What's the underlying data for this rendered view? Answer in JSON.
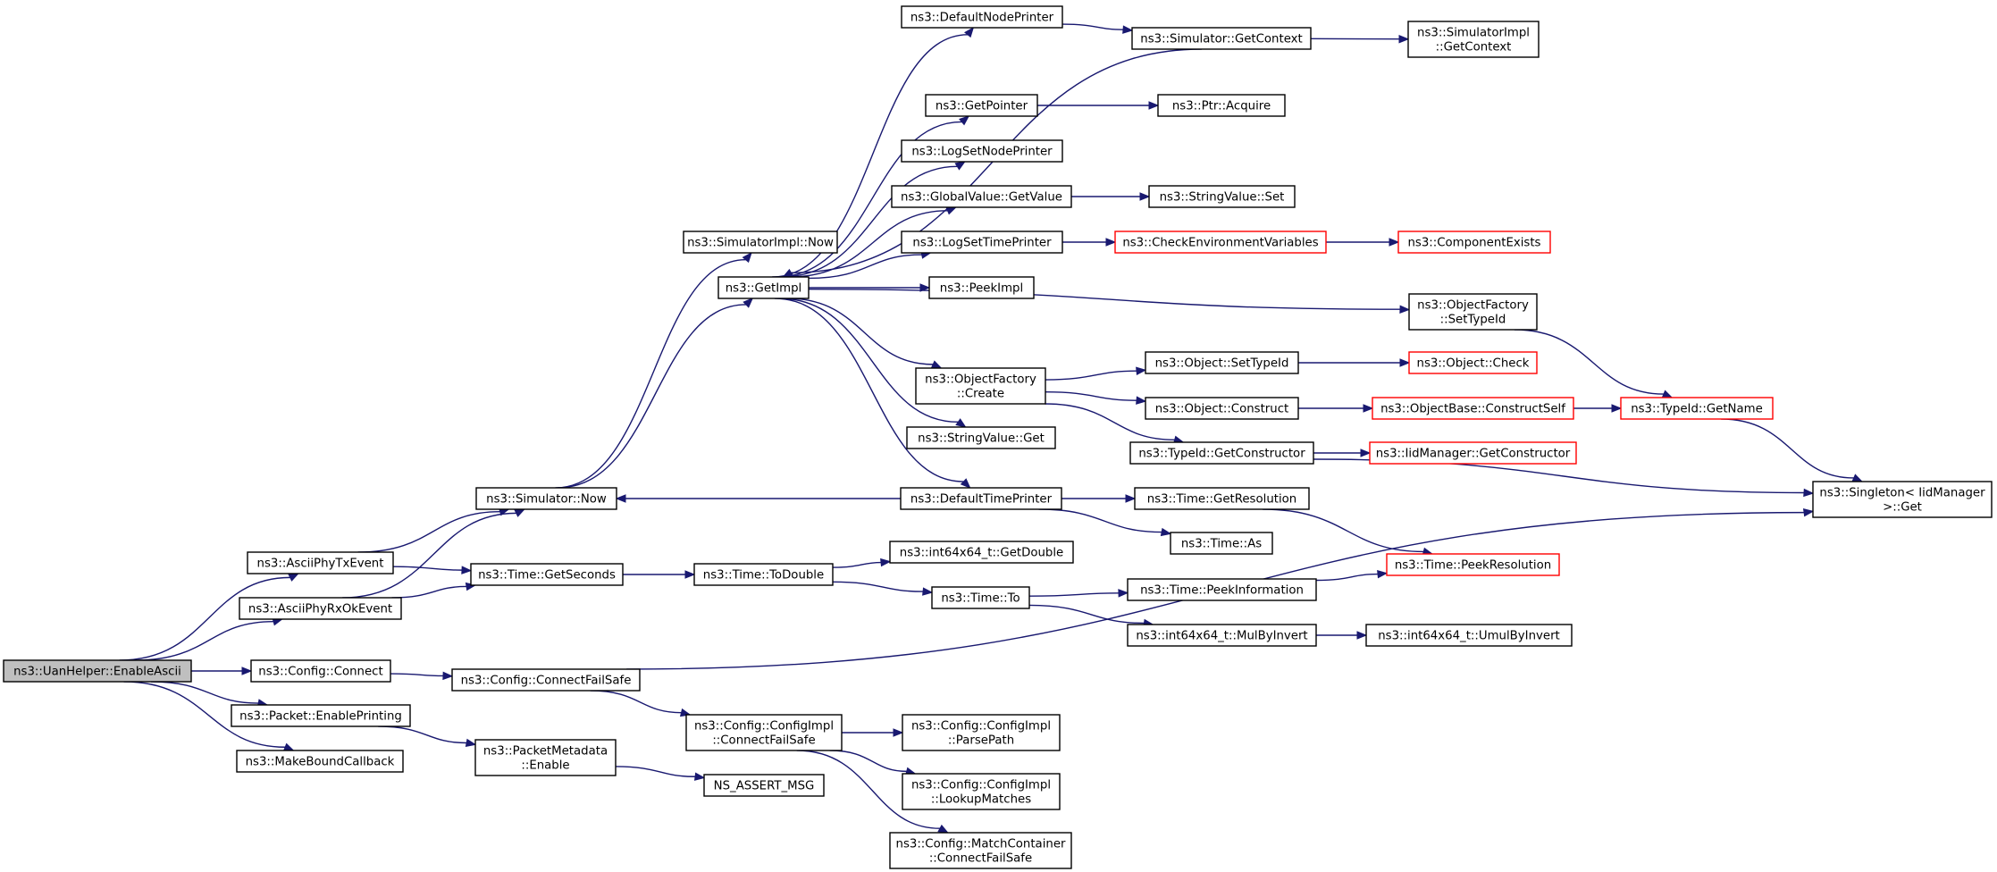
{
  "nodes": [
    {
      "id": "root",
      "lines": [
        "ns3::UanHelper::EnableAscii"
      ],
      "style": "root"
    },
    {
      "id": "tx",
      "lines": [
        "ns3::AsciiPhyTxEvent"
      ]
    },
    {
      "id": "rxok",
      "lines": [
        "ns3::AsciiPhyRxOkEvent"
      ]
    },
    {
      "id": "cfgconnect",
      "lines": [
        "ns3::Config::Connect"
      ]
    },
    {
      "id": "pktprint",
      "lines": [
        "ns3::Packet::EnablePrinting"
      ]
    },
    {
      "id": "mkcb",
      "lines": [
        "ns3::MakeBoundCallback"
      ]
    },
    {
      "id": "simnow",
      "lines": [
        "ns3::Simulator::Now"
      ]
    },
    {
      "id": "getsec",
      "lines": [
        "ns3::Time::GetSeconds"
      ]
    },
    {
      "id": "connfs",
      "lines": [
        "ns3::Config::ConnectFailSafe"
      ]
    },
    {
      "id": "pmeta",
      "lines": [
        "ns3::PacketMetadata",
        "::Enable"
      ]
    },
    {
      "id": "simimplnow",
      "lines": [
        "ns3::SimulatorImpl::Now"
      ]
    },
    {
      "id": "getimpl",
      "lines": [
        "ns3::GetImpl"
      ]
    },
    {
      "id": "todouble",
      "lines": [
        "ns3::Time::ToDouble"
      ]
    },
    {
      "id": "cimplfs",
      "lines": [
        "ns3::Config::ConfigImpl",
        "::ConnectFailSafe"
      ]
    },
    {
      "id": "nsassert",
      "lines": [
        "NS_ASSERT_MSG"
      ]
    },
    {
      "id": "defnode",
      "lines": [
        "ns3::DefaultNodePrinter"
      ]
    },
    {
      "id": "getptr",
      "lines": [
        "ns3::GetPointer"
      ]
    },
    {
      "id": "lognode",
      "lines": [
        "ns3::LogSetNodePrinter"
      ]
    },
    {
      "id": "gvget",
      "lines": [
        "ns3::GlobalValue::GetValue"
      ]
    },
    {
      "id": "logtime",
      "lines": [
        "ns3::LogSetTimePrinter"
      ]
    },
    {
      "id": "peekimpl",
      "lines": [
        "ns3::PeekImpl"
      ]
    },
    {
      "id": "ofcreate",
      "lines": [
        "ns3::ObjectFactory",
        "::Create"
      ]
    },
    {
      "id": "svget",
      "lines": [
        "ns3::StringValue::Get"
      ]
    },
    {
      "id": "deftime",
      "lines": [
        "ns3::DefaultTimePrinter"
      ]
    },
    {
      "id": "i64getd",
      "lines": [
        "ns3::int64x64_t::GetDouble"
      ]
    },
    {
      "id": "timeto",
      "lines": [
        "ns3::Time::To"
      ]
    },
    {
      "id": "parsepath",
      "lines": [
        "ns3::Config::ConfigImpl",
        "::ParsePath"
      ]
    },
    {
      "id": "lookup",
      "lines": [
        "ns3::Config::ConfigImpl",
        "::LookupMatches"
      ]
    },
    {
      "id": "mcfs",
      "lines": [
        "ns3::Config::MatchContainer",
        "::ConnectFailSafe"
      ]
    },
    {
      "id": "simctx",
      "lines": [
        "ns3::Simulator::GetContext"
      ]
    },
    {
      "id": "ptracq",
      "lines": [
        "ns3::Ptr::Acquire"
      ]
    },
    {
      "id": "svset",
      "lines": [
        "ns3::StringValue::Set"
      ]
    },
    {
      "id": "checkenv",
      "lines": [
        "ns3::CheckEnvironmentVariables"
      ],
      "style": "red"
    },
    {
      "id": "objsettid",
      "lines": [
        "ns3::Object::SetTypeId"
      ]
    },
    {
      "id": "objconst",
      "lines": [
        "ns3::Object::Construct"
      ]
    },
    {
      "id": "tidgetc",
      "lines": [
        "ns3::TypeId::GetConstructor"
      ]
    },
    {
      "id": "getres",
      "lines": [
        "ns3::Time::GetResolution"
      ]
    },
    {
      "id": "timeas",
      "lines": [
        "ns3::Time::As"
      ]
    },
    {
      "id": "peekinfo",
      "lines": [
        "ns3::Time::PeekInformation"
      ]
    },
    {
      "id": "mulbyinv",
      "lines": [
        "ns3::int64x64_t::MulByInvert"
      ]
    },
    {
      "id": "simimplctx",
      "lines": [
        "ns3::SimulatorImpl",
        "::GetContext"
      ]
    },
    {
      "id": "compexists",
      "lines": [
        "ns3::ComponentExists"
      ],
      "style": "red"
    },
    {
      "id": "ofsettid",
      "lines": [
        "ns3::ObjectFactory",
        "::SetTypeId"
      ]
    },
    {
      "id": "objcheck",
      "lines": [
        "ns3::Object::Check"
      ],
      "style": "red"
    },
    {
      "id": "obcs",
      "lines": [
        "ns3::ObjectBase::ConstructSelf"
      ],
      "style": "red"
    },
    {
      "id": "iidgetc",
      "lines": [
        "ns3::IidManager::GetConstructor"
      ],
      "style": "red"
    },
    {
      "id": "peekres",
      "lines": [
        "ns3::Time::PeekResolution"
      ],
      "style": "red"
    },
    {
      "id": "umulbyinv",
      "lines": [
        "ns3::int64x64_t::UmulByInvert"
      ]
    },
    {
      "id": "tidgetname",
      "lines": [
        "ns3::TypeId::GetName"
      ],
      "style": "red"
    },
    {
      "id": "singleton",
      "lines": [
        "ns3::Singleton< IidManager",
        ">::Get"
      ]
    }
  ],
  "edges": [
    [
      "root",
      "tx"
    ],
    [
      "root",
      "rxok"
    ],
    [
      "root",
      "cfgconnect"
    ],
    [
      "root",
      "pktprint"
    ],
    [
      "root",
      "mkcb"
    ],
    [
      "tx",
      "simnow"
    ],
    [
      "tx",
      "getsec"
    ],
    [
      "rxok",
      "simnow"
    ],
    [
      "rxok",
      "getsec"
    ],
    [
      "cfgconnect",
      "connfs"
    ],
    [
      "pktprint",
      "pmeta"
    ],
    [
      "simnow",
      "simimplnow"
    ],
    [
      "simnow",
      "getimpl"
    ],
    [
      "getsec",
      "todouble"
    ],
    [
      "connfs",
      "cimplfs"
    ],
    [
      "connfs",
      "singleton"
    ],
    [
      "pmeta",
      "nsassert"
    ],
    [
      "getimpl",
      "defnode"
    ],
    [
      "getimpl",
      "getptr"
    ],
    [
      "getimpl",
      "lognode"
    ],
    [
      "getimpl",
      "gvget"
    ],
    [
      "getimpl",
      "logtime"
    ],
    [
      "getimpl",
      "peekimpl"
    ],
    [
      "getimpl",
      "ofcreate"
    ],
    [
      "getimpl",
      "svget"
    ],
    [
      "getimpl",
      "deftime"
    ],
    [
      "getimpl",
      "ofsettid"
    ],
    [
      "todouble",
      "i64getd"
    ],
    [
      "todouble",
      "timeto"
    ],
    [
      "cimplfs",
      "parsepath"
    ],
    [
      "cimplfs",
      "lookup"
    ],
    [
      "cimplfs",
      "mcfs"
    ],
    [
      "defnode",
      "simctx"
    ],
    [
      "getptr",
      "ptracq"
    ],
    [
      "gvget",
      "svset"
    ],
    [
      "logtime",
      "checkenv"
    ],
    [
      "checkenv",
      "compexists"
    ],
    [
      "ofcreate",
      "objsettid"
    ],
    [
      "ofcreate",
      "objconst"
    ],
    [
      "ofcreate",
      "tidgetc"
    ],
    [
      "deftime",
      "simnow"
    ],
    [
      "deftime",
      "getres"
    ],
    [
      "deftime",
      "timeas"
    ],
    [
      "timeto",
      "peekinfo"
    ],
    [
      "timeto",
      "mulbyinv"
    ],
    [
      "simctx",
      "simimplctx"
    ],
    [
      "simctx",
      "getimpl"
    ],
    [
      "objsettid",
      "objcheck"
    ],
    [
      "objconst",
      "obcs"
    ],
    [
      "tidgetc",
      "iidgetc"
    ],
    [
      "tidgetc",
      "singleton"
    ],
    [
      "getres",
      "peekres"
    ],
    [
      "peekinfo",
      "peekres"
    ],
    [
      "mulbyinv",
      "umulbyinv"
    ],
    [
      "ofsettid",
      "tidgetname"
    ],
    [
      "obcs",
      "tidgetname"
    ],
    [
      "tidgetname",
      "singleton"
    ]
  ]
}
